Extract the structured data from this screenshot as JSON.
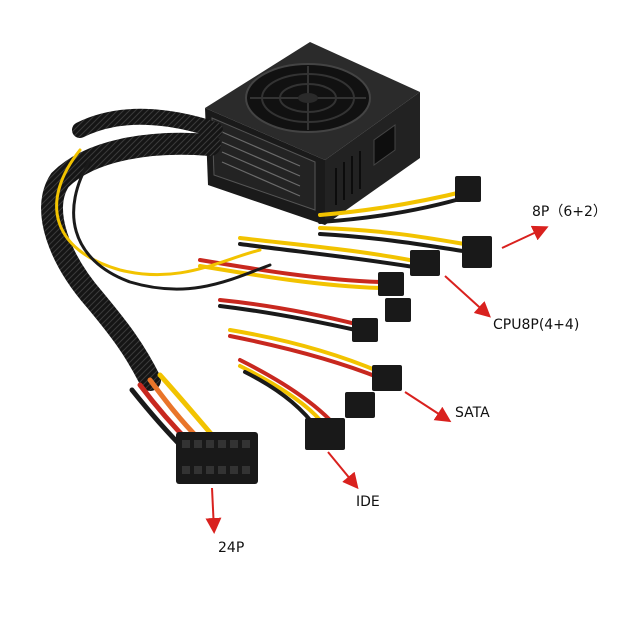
{
  "labels": {
    "p8": "8P（6+2）",
    "cpu8p": "CPU8P(4+4)",
    "sata": "SATA",
    "ide": "IDE",
    "p24": "24P"
  },
  "colors": {
    "arrow": "#d9211e",
    "psu_body": "#1c1c1c",
    "wire_yellow": "#f2c300",
    "wire_black": "#1a1a1a",
    "wire_red": "#c8281f",
    "wire_orange": "#e9752a",
    "sleeve": "#141414",
    "connector": "#191919"
  },
  "icons": [
    "psu-fan-icon",
    "power-socket-icon"
  ]
}
